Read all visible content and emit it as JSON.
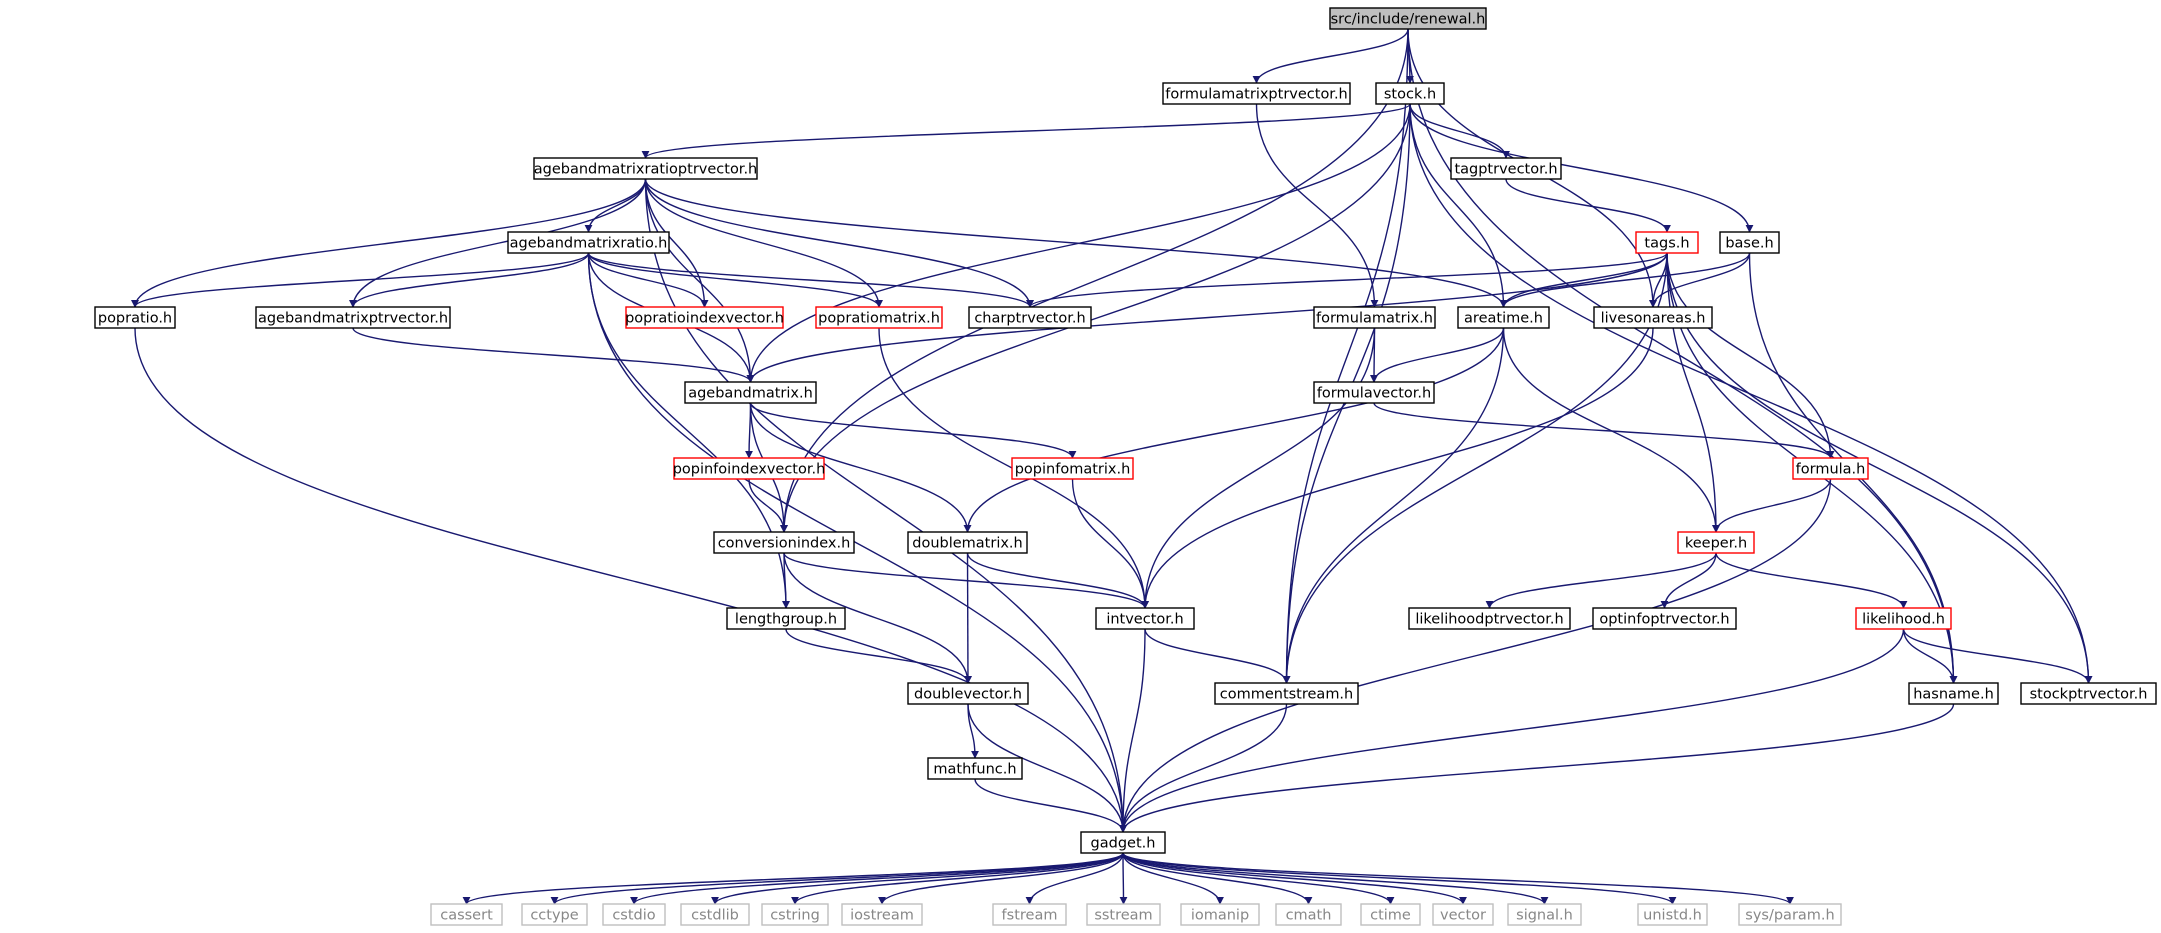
{
  "colors": {
    "edge": "#191970",
    "border_normal": "#000000",
    "border_incomplete": "#ff0000",
    "border_system": "#bfbfbf",
    "root_fill": "#bfbfbf",
    "text_system": "#888888"
  },
  "nodes": [
    {
      "id": "renewal",
      "label": "src/include/renewal.h",
      "kind": "root"
    },
    {
      "id": "formulamatrixptrvector",
      "label": "formulamatrixptrvector.h",
      "kind": "normal"
    },
    {
      "id": "stock",
      "label": "stock.h",
      "kind": "normal"
    },
    {
      "id": "agebandmatrixratioptrvector",
      "label": "agebandmatrixratioptrvector.h",
      "kind": "normal"
    },
    {
      "id": "tagptrvector",
      "label": "tagptrvector.h",
      "kind": "normal"
    },
    {
      "id": "agebandmatrixratio",
      "label": "agebandmatrixratio.h",
      "kind": "normal"
    },
    {
      "id": "tags",
      "label": "tags.h",
      "kind": "incomplete"
    },
    {
      "id": "base",
      "label": "base.h",
      "kind": "normal"
    },
    {
      "id": "popratio",
      "label": "popratio.h",
      "kind": "normal"
    },
    {
      "id": "agebandmatrixptrvector",
      "label": "agebandmatrixptrvector.h",
      "kind": "normal"
    },
    {
      "id": "popratioindexvector",
      "label": "popratioindexvector.h",
      "kind": "incomplete"
    },
    {
      "id": "popratiomatrix",
      "label": "popratiomatrix.h",
      "kind": "incomplete"
    },
    {
      "id": "charptrvector",
      "label": "charptrvector.h",
      "kind": "normal"
    },
    {
      "id": "formulamatrix",
      "label": "formulamatrix.h",
      "kind": "normal"
    },
    {
      "id": "areatime",
      "label": "areatime.h",
      "kind": "normal"
    },
    {
      "id": "livesonareas",
      "label": "livesonareas.h",
      "kind": "normal"
    },
    {
      "id": "agebandmatrix",
      "label": "agebandmatrix.h",
      "kind": "normal"
    },
    {
      "id": "formulavector",
      "label": "formulavector.h",
      "kind": "normal"
    },
    {
      "id": "popinfoindexvector",
      "label": "popinfoindexvector.h",
      "kind": "incomplete"
    },
    {
      "id": "popinfomatrix",
      "label": "popinfomatrix.h",
      "kind": "incomplete"
    },
    {
      "id": "formula",
      "label": "formula.h",
      "kind": "incomplete"
    },
    {
      "id": "conversionindex",
      "label": "conversionindex.h",
      "kind": "normal"
    },
    {
      "id": "doublematrix",
      "label": "doublematrix.h",
      "kind": "normal"
    },
    {
      "id": "keeper",
      "label": "keeper.h",
      "kind": "incomplete"
    },
    {
      "id": "lengthgroup",
      "label": "lengthgroup.h",
      "kind": "normal"
    },
    {
      "id": "intvector",
      "label": "intvector.h",
      "kind": "normal"
    },
    {
      "id": "likelihoodptrvector",
      "label": "likelihoodptrvector.h",
      "kind": "normal"
    },
    {
      "id": "optinfoptrvector",
      "label": "optinfoptrvector.h",
      "kind": "normal"
    },
    {
      "id": "likelihood",
      "label": "likelihood.h",
      "kind": "incomplete"
    },
    {
      "id": "doublevector",
      "label": "doublevector.h",
      "kind": "normal"
    },
    {
      "id": "commentstream",
      "label": "commentstream.h",
      "kind": "normal"
    },
    {
      "id": "hasname",
      "label": "hasname.h",
      "kind": "normal"
    },
    {
      "id": "stockptrvector",
      "label": "stockptrvector.h",
      "kind": "normal"
    },
    {
      "id": "mathfunc",
      "label": "mathfunc.h",
      "kind": "normal"
    },
    {
      "id": "gadget",
      "label": "gadget.h",
      "kind": "normal"
    },
    {
      "id": "cassert",
      "label": "cassert",
      "kind": "system"
    },
    {
      "id": "cctype",
      "label": "cctype",
      "kind": "system"
    },
    {
      "id": "cstdio",
      "label": "cstdio",
      "kind": "system"
    },
    {
      "id": "cstdlib",
      "label": "cstdlib",
      "kind": "system"
    },
    {
      "id": "cstring",
      "label": "cstring",
      "kind": "system"
    },
    {
      "id": "iostream",
      "label": "iostream",
      "kind": "system"
    },
    {
      "id": "fstream",
      "label": "fstream",
      "kind": "system"
    },
    {
      "id": "sstream",
      "label": "sstream",
      "kind": "system"
    },
    {
      "id": "iomanip",
      "label": "iomanip",
      "kind": "system"
    },
    {
      "id": "cmath",
      "label": "cmath",
      "kind": "system"
    },
    {
      "id": "ctime",
      "label": "ctime",
      "kind": "system"
    },
    {
      "id": "vector",
      "label": "vector",
      "kind": "system"
    },
    {
      "id": "signal",
      "label": "signal.h",
      "kind": "system"
    },
    {
      "id": "unistd",
      "label": "unistd.h",
      "kind": "system"
    },
    {
      "id": "sysparam",
      "label": "sys/param.h",
      "kind": "system"
    }
  ],
  "edges": [
    [
      "renewal",
      "formulamatrixptrvector"
    ],
    [
      "renewal",
      "stock"
    ],
    [
      "renewal",
      "conversionindex"
    ],
    [
      "renewal",
      "livesonareas"
    ],
    [
      "renewal",
      "commentstream"
    ],
    [
      "renewal",
      "hasname"
    ],
    [
      "formulamatrixptrvector",
      "formulamatrix"
    ],
    [
      "stock",
      "agebandmatrixratioptrvector"
    ],
    [
      "stock",
      "tagptrvector"
    ],
    [
      "stock",
      "base"
    ],
    [
      "stock",
      "areatime"
    ],
    [
      "stock",
      "agebandmatrix"
    ],
    [
      "stock",
      "conversionindex"
    ],
    [
      "stock",
      "commentstream"
    ],
    [
      "stock",
      "stockptrvector"
    ],
    [
      "agebandmatrixratioptrvector",
      "agebandmatrixratio"
    ],
    [
      "agebandmatrixratioptrvector",
      "popratio"
    ],
    [
      "agebandmatrixratioptrvector",
      "agebandmatrixptrvector"
    ],
    [
      "agebandmatrixratioptrvector",
      "popratioindexvector"
    ],
    [
      "agebandmatrixratioptrvector",
      "popratiomatrix"
    ],
    [
      "agebandmatrixratioptrvector",
      "charptrvector"
    ],
    [
      "agebandmatrixratioptrvector",
      "areatime"
    ],
    [
      "agebandmatrixratioptrvector",
      "agebandmatrix"
    ],
    [
      "agebandmatrixratioptrvector",
      "gadget"
    ],
    [
      "tagptrvector",
      "tags"
    ],
    [
      "agebandmatrixratio",
      "popratio"
    ],
    [
      "agebandmatrixratio",
      "agebandmatrixptrvector"
    ],
    [
      "agebandmatrixratio",
      "popratioindexvector"
    ],
    [
      "agebandmatrixratio",
      "popratiomatrix"
    ],
    [
      "agebandmatrixratio",
      "charptrvector"
    ],
    [
      "agebandmatrixratio",
      "agebandmatrix"
    ],
    [
      "agebandmatrixratio",
      "lengthgroup"
    ],
    [
      "agebandmatrixratio",
      "gadget"
    ],
    [
      "tags",
      "charptrvector"
    ],
    [
      "tags",
      "areatime"
    ],
    [
      "tags",
      "livesonareas"
    ],
    [
      "tags",
      "agebandmatrix"
    ],
    [
      "tags",
      "formula"
    ],
    [
      "tags",
      "keeper"
    ],
    [
      "tags",
      "commentstream"
    ],
    [
      "tags",
      "hasname"
    ],
    [
      "tags",
      "stockptrvector"
    ],
    [
      "base",
      "areatime"
    ],
    [
      "base",
      "livesonareas"
    ],
    [
      "base",
      "hasname"
    ],
    [
      "popratio",
      "gadget"
    ],
    [
      "agebandmatrixptrvector",
      "agebandmatrix"
    ],
    [
      "popratiomatrix",
      "intvector"
    ],
    [
      "formulamatrix",
      "formulavector"
    ],
    [
      "formulamatrix",
      "intvector"
    ],
    [
      "areatime",
      "formulavector"
    ],
    [
      "areatime",
      "doublematrix"
    ],
    [
      "areatime",
      "keeper"
    ],
    [
      "areatime",
      "commentstream"
    ],
    [
      "livesonareas",
      "intvector"
    ],
    [
      "agebandmatrix",
      "popinfoindexvector"
    ],
    [
      "agebandmatrix",
      "popinfomatrix"
    ],
    [
      "agebandmatrix",
      "conversionindex"
    ],
    [
      "agebandmatrix",
      "doublematrix"
    ],
    [
      "formulavector",
      "formula"
    ],
    [
      "popinfoindexvector",
      "conversionindex"
    ],
    [
      "popinfomatrix",
      "intvector"
    ],
    [
      "formula",
      "keeper"
    ],
    [
      "formula",
      "gadget"
    ],
    [
      "conversionindex",
      "lengthgroup"
    ],
    [
      "conversionindex",
      "intvector"
    ],
    [
      "conversionindex",
      "doublevector"
    ],
    [
      "doublematrix",
      "intvector"
    ],
    [
      "doublematrix",
      "doublevector"
    ],
    [
      "keeper",
      "likelihoodptrvector"
    ],
    [
      "keeper",
      "optinfoptrvector"
    ],
    [
      "keeper",
      "likelihood"
    ],
    [
      "lengthgroup",
      "doublevector"
    ],
    [
      "intvector",
      "commentstream"
    ],
    [
      "intvector",
      "gadget"
    ],
    [
      "likelihood",
      "hasname"
    ],
    [
      "likelihood",
      "stockptrvector"
    ],
    [
      "likelihood",
      "gadget"
    ],
    [
      "doublevector",
      "mathfunc"
    ],
    [
      "doublevector",
      "gadget"
    ],
    [
      "commentstream",
      "gadget"
    ],
    [
      "hasname",
      "gadget"
    ],
    [
      "mathfunc",
      "gadget"
    ],
    [
      "gadget",
      "cassert"
    ],
    [
      "gadget",
      "cctype"
    ],
    [
      "gadget",
      "cstdio"
    ],
    [
      "gadget",
      "cstdlib"
    ],
    [
      "gadget",
      "cstring"
    ],
    [
      "gadget",
      "iostream"
    ],
    [
      "gadget",
      "fstream"
    ],
    [
      "gadget",
      "sstream"
    ],
    [
      "gadget",
      "iomanip"
    ],
    [
      "gadget",
      "cmath"
    ],
    [
      "gadget",
      "ctime"
    ],
    [
      "gadget",
      "vector"
    ],
    [
      "gadget",
      "signal"
    ],
    [
      "gadget",
      "unistd"
    ],
    [
      "gadget",
      "sysparam"
    ]
  ]
}
